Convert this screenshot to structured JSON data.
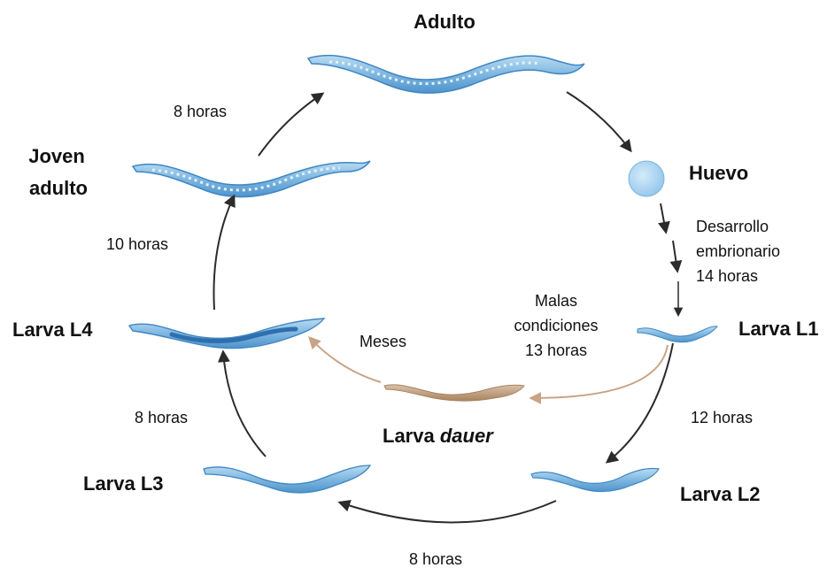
{
  "stages": {
    "adulto": "Adulto",
    "huevo": "Huevo",
    "larva_l1": "Larva L1",
    "larva_l2": "Larva L2",
    "larva_l3": "Larva L3",
    "larva_l4": "Larva L4",
    "joven_adulto_line1": "Joven",
    "joven_adulto_line2": "adulto",
    "dauer_prefix": "Larva ",
    "dauer_italic": "dauer"
  },
  "times": {
    "adulto_to_huevo_line1": "Desarrollo",
    "adulto_to_huevo_line2": "embrionario",
    "adulto_to_huevo_line3": "14 horas",
    "l1_to_l2": "12 horas",
    "l2_to_l3": "8 horas",
    "l3_to_l4": "8 horas",
    "l4_to_joven": "10 horas",
    "joven_to_adulto": "8 horas",
    "dauer_cond_line1": "Malas",
    "dauer_cond_line2": "condiciones",
    "dauer_cond_line3": "13 horas",
    "dauer_to_l4": "Meses"
  },
  "colors": {
    "worm_fill": "#8ec3e6",
    "worm_stroke": "#3f86c2",
    "worm_gut": "#d8ecf8",
    "egg": "#a9d3f0",
    "dauer": "#b79a7d",
    "dauer_arrow": "#c9a385",
    "arrow": "#2b2b2b"
  }
}
